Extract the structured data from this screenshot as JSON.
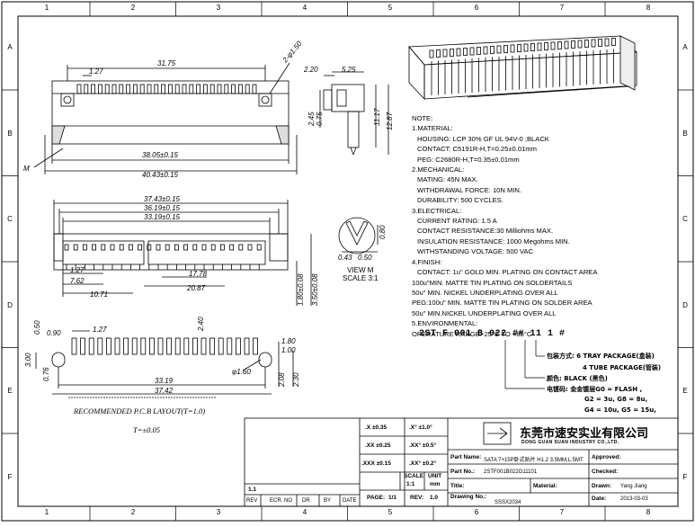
{
  "grid": {
    "columns": [
      "1",
      "2",
      "3",
      "4",
      "5",
      "6",
      "7",
      "8"
    ],
    "rows": [
      "A",
      "B",
      "C",
      "D",
      "E",
      "F"
    ]
  },
  "dimensions": {
    "top_view": {
      "pitch": "1.27",
      "width": "31.75",
      "hole": "2-φ1.50",
      "w1": "38.05±0.15",
      "w2": "40.43±0.15",
      "mark": "M"
    },
    "side_view": {
      "d1": "2.20",
      "d2": "5.25",
      "d3": "2.45",
      "d4": "0.75",
      "d5": "11.17",
      "d6": "12.87"
    },
    "front_view": {
      "w1": "37.43±0.15",
      "w2": "36.19±0.15",
      "w3": "33.19±0.15",
      "p1": "1.27",
      "p2": "7.62",
      "p3": "10.71",
      "p4": "17.78",
      "p5": "20.87",
      "h1": "1.80±0.08",
      "h2": "3.50±0.08"
    },
    "view_m": {
      "d1": "0.43",
      "d2": "0.50",
      "d3": "0.80",
      "title": "VIEW  M",
      "scale": "SCALE  3:1"
    },
    "pcb": {
      "p1": "1.27",
      "d1": "0.50",
      "d2": "0.90",
      "d3": "2.40",
      "d4": "3.00",
      "d5": "0.76",
      "d6": "33.19",
      "d7": "37.42",
      "d8": "1.80",
      "d9": "1.00",
      "d10": "φ1.60",
      "d11": "2.08",
      "d12": "2.30"
    }
  },
  "pcb_layout_title": "RECOMMENDED  P.C.B  LAYOUT(T=1.0)",
  "pcb_tolerance": "T=±0.05",
  "notes": {
    "header": "NOTE:",
    "lines": [
      {
        "text": "1.MATERIAL:",
        "indent": false
      },
      {
        "text": "HOUSING: LCP   30% GF UL 94V-0 ;BLACK",
        "indent": true
      },
      {
        "text": "CONTACT:   C5191R-H,T=0.25±0.01mm",
        "indent": true
      },
      {
        "text": "PEG: C2680R-H,T=0.35±0.01mm",
        "indent": true
      },
      {
        "text": "2.MECHANICAL:",
        "indent": false
      },
      {
        "text": "MATING: 45N MAX.",
        "indent": true
      },
      {
        "text": "WITHDRAWAL FORCE: 10N MIN.",
        "indent": true
      },
      {
        "text": "DURABILITY: 500 CYCLES.",
        "indent": true
      },
      {
        "text": "3.ELECTRICAL:",
        "indent": false
      },
      {
        "text": "CURRENT RATING: 1.5 A",
        "indent": true
      },
      {
        "text": "CONTACT RESISTANCE:30 Milliohms MAX.",
        "indent": true
      },
      {
        "text": "INSULATION RESISTANCE:  1000 Megohms MIN.",
        "indent": true
      },
      {
        "text": "WITHSTANDING VOLTAGE: 500 VAC",
        "indent": true
      },
      {
        "text": "4.FINISH:",
        "indent": false
      },
      {
        "text": "CONTACT: 1u\" GOLD MIN. PLATING ON CONTACT AREA",
        "indent": true
      },
      {
        "text": "100u\"MIN. MATTE TIN PLATING ON SOLDERTAILS",
        "indent": false
      },
      {
        "text": "50u\" MIN. NICKEL UNDERPLATING OVER ALL",
        "indent": false
      },
      {
        "text": "PEG:100u\" MIN. MATTE TIN PLATING ON SOLDER AREA",
        "indent": false
      },
      {
        "text": "50u\" MIN.NICKEL UNDERPLATING OVER ALL",
        "indent": false
      },
      {
        "text": "5.ENVIRONMENTAL:",
        "indent": false
      },
      {
        "text": "OPERATURE RANGE:-25°C TO +85°C",
        "indent": false
      }
    ]
  },
  "part_code": "2ST F 001 B 022 ## 11 1 #",
  "part_options": {
    "packaging": "包装方式: 6 TRAY PACKAGE(盒装)",
    "packaging2": "4 TUBE PACKAGE(管装)",
    "color": "颜色: BLACK (黑色)",
    "plating": "电镀码: 金金镀层G0 = FLASH ,",
    "plating2": "G2 = 3u,  G8 = 8u,",
    "plating3": "G4 = 10u,  G5 = 15u,"
  },
  "tolerances": {
    "x": ".X   ±0.35",
    "angle1": ".X°  ±1.0°",
    "xx": ".XX  ±0.25",
    "angle2": ".XX° ±0.5°",
    "xxx": ".XXX  ±0.15",
    "angle3": ".XX° ±0.2°",
    "scale_label": "SCALE",
    "scale": "1:1",
    "unit_label": "UNIT",
    "unit": "mm",
    "page_label": "PAGE:",
    "page": "1/1",
    "rev_label": "REV:",
    "rev": "1.0",
    "rev_row": "1.1",
    "rev_cols": [
      "REV",
      "ECR. NO",
      "DR",
      "BY",
      "DATE"
    ]
  },
  "title_block": {
    "company": "东莞市速安实业有限公司",
    "company_en": "DONG GUAN SUAN INDUSTRY CO.,LTD.",
    "part_name_label": "Part Name:",
    "part_name": "SATA 7+15P卧式贴片 H1.2 3.5MM,L.5MT",
    "part_no_label": "Part No.:",
    "part_no": "2STF001B022G11101",
    "title_label": "Title:",
    "material_label": "Material:",
    "drawing_no_label": "Drawing No.:",
    "drawing_no": "SSSX2034",
    "approved_label": "Approved:",
    "checked_label": "Checked:",
    "drawn_label": "Drawn:",
    "drawn": "Yang Jiang",
    "date_label": "Date:",
    "date": "2013-03-03"
  }
}
